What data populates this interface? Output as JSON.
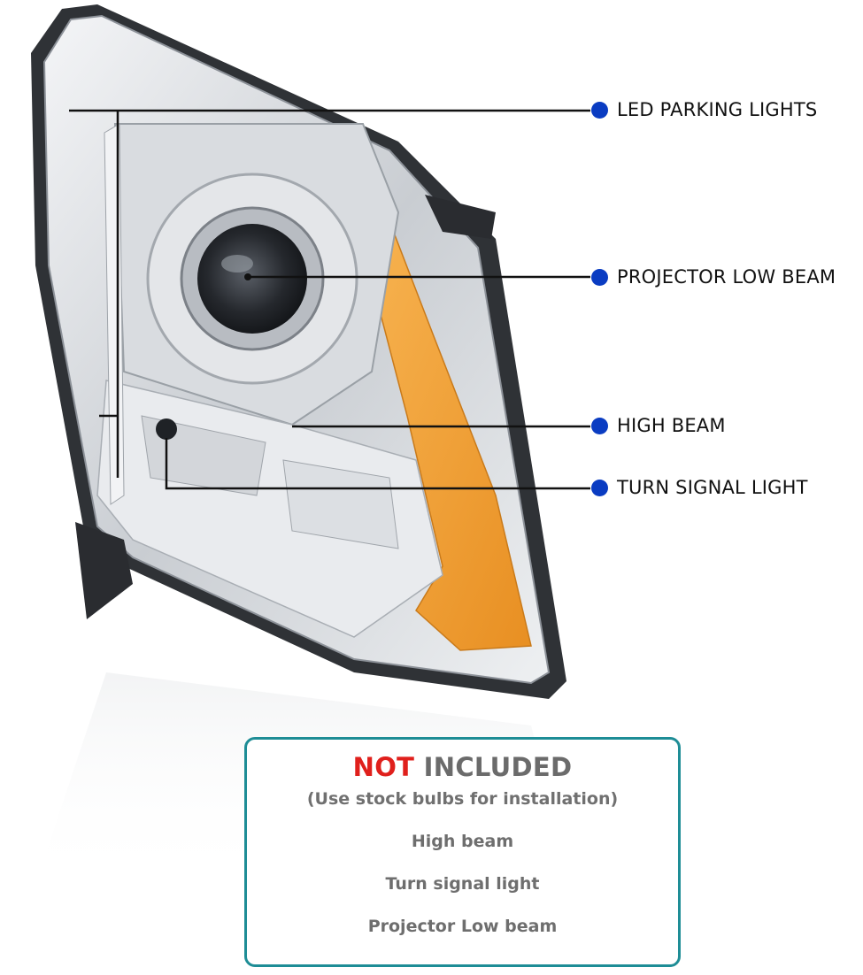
{
  "image": {
    "subject": "headlight-assembly",
    "colors": {
      "chrome": "#cfd3d8",
      "chrome_dark": "#8c9198",
      "housing_black": "#2a2c30",
      "amber": "#f0a23a",
      "lens_dark": "#1c1f24",
      "callout_dot": "#0a3cc2",
      "callout_line": "#111111",
      "notice_border": "#1e8d96",
      "notice_red": "#e0201c",
      "notice_gray": "#6b6b6b"
    }
  },
  "callouts": [
    {
      "label": "LED PARKING LIGHTS"
    },
    {
      "label": "PROJECTOR LOW BEAM"
    },
    {
      "label": "HIGH BEAM"
    },
    {
      "label": "TURN SIGNAL LIGHT"
    }
  ],
  "notice": {
    "title_highlight": "NOT",
    "title_rest": "INCLUDED",
    "subtitle": "(Use stock bulbs for installation)",
    "items": [
      "High beam",
      "Turn signal light",
      "Projector Low beam"
    ]
  }
}
